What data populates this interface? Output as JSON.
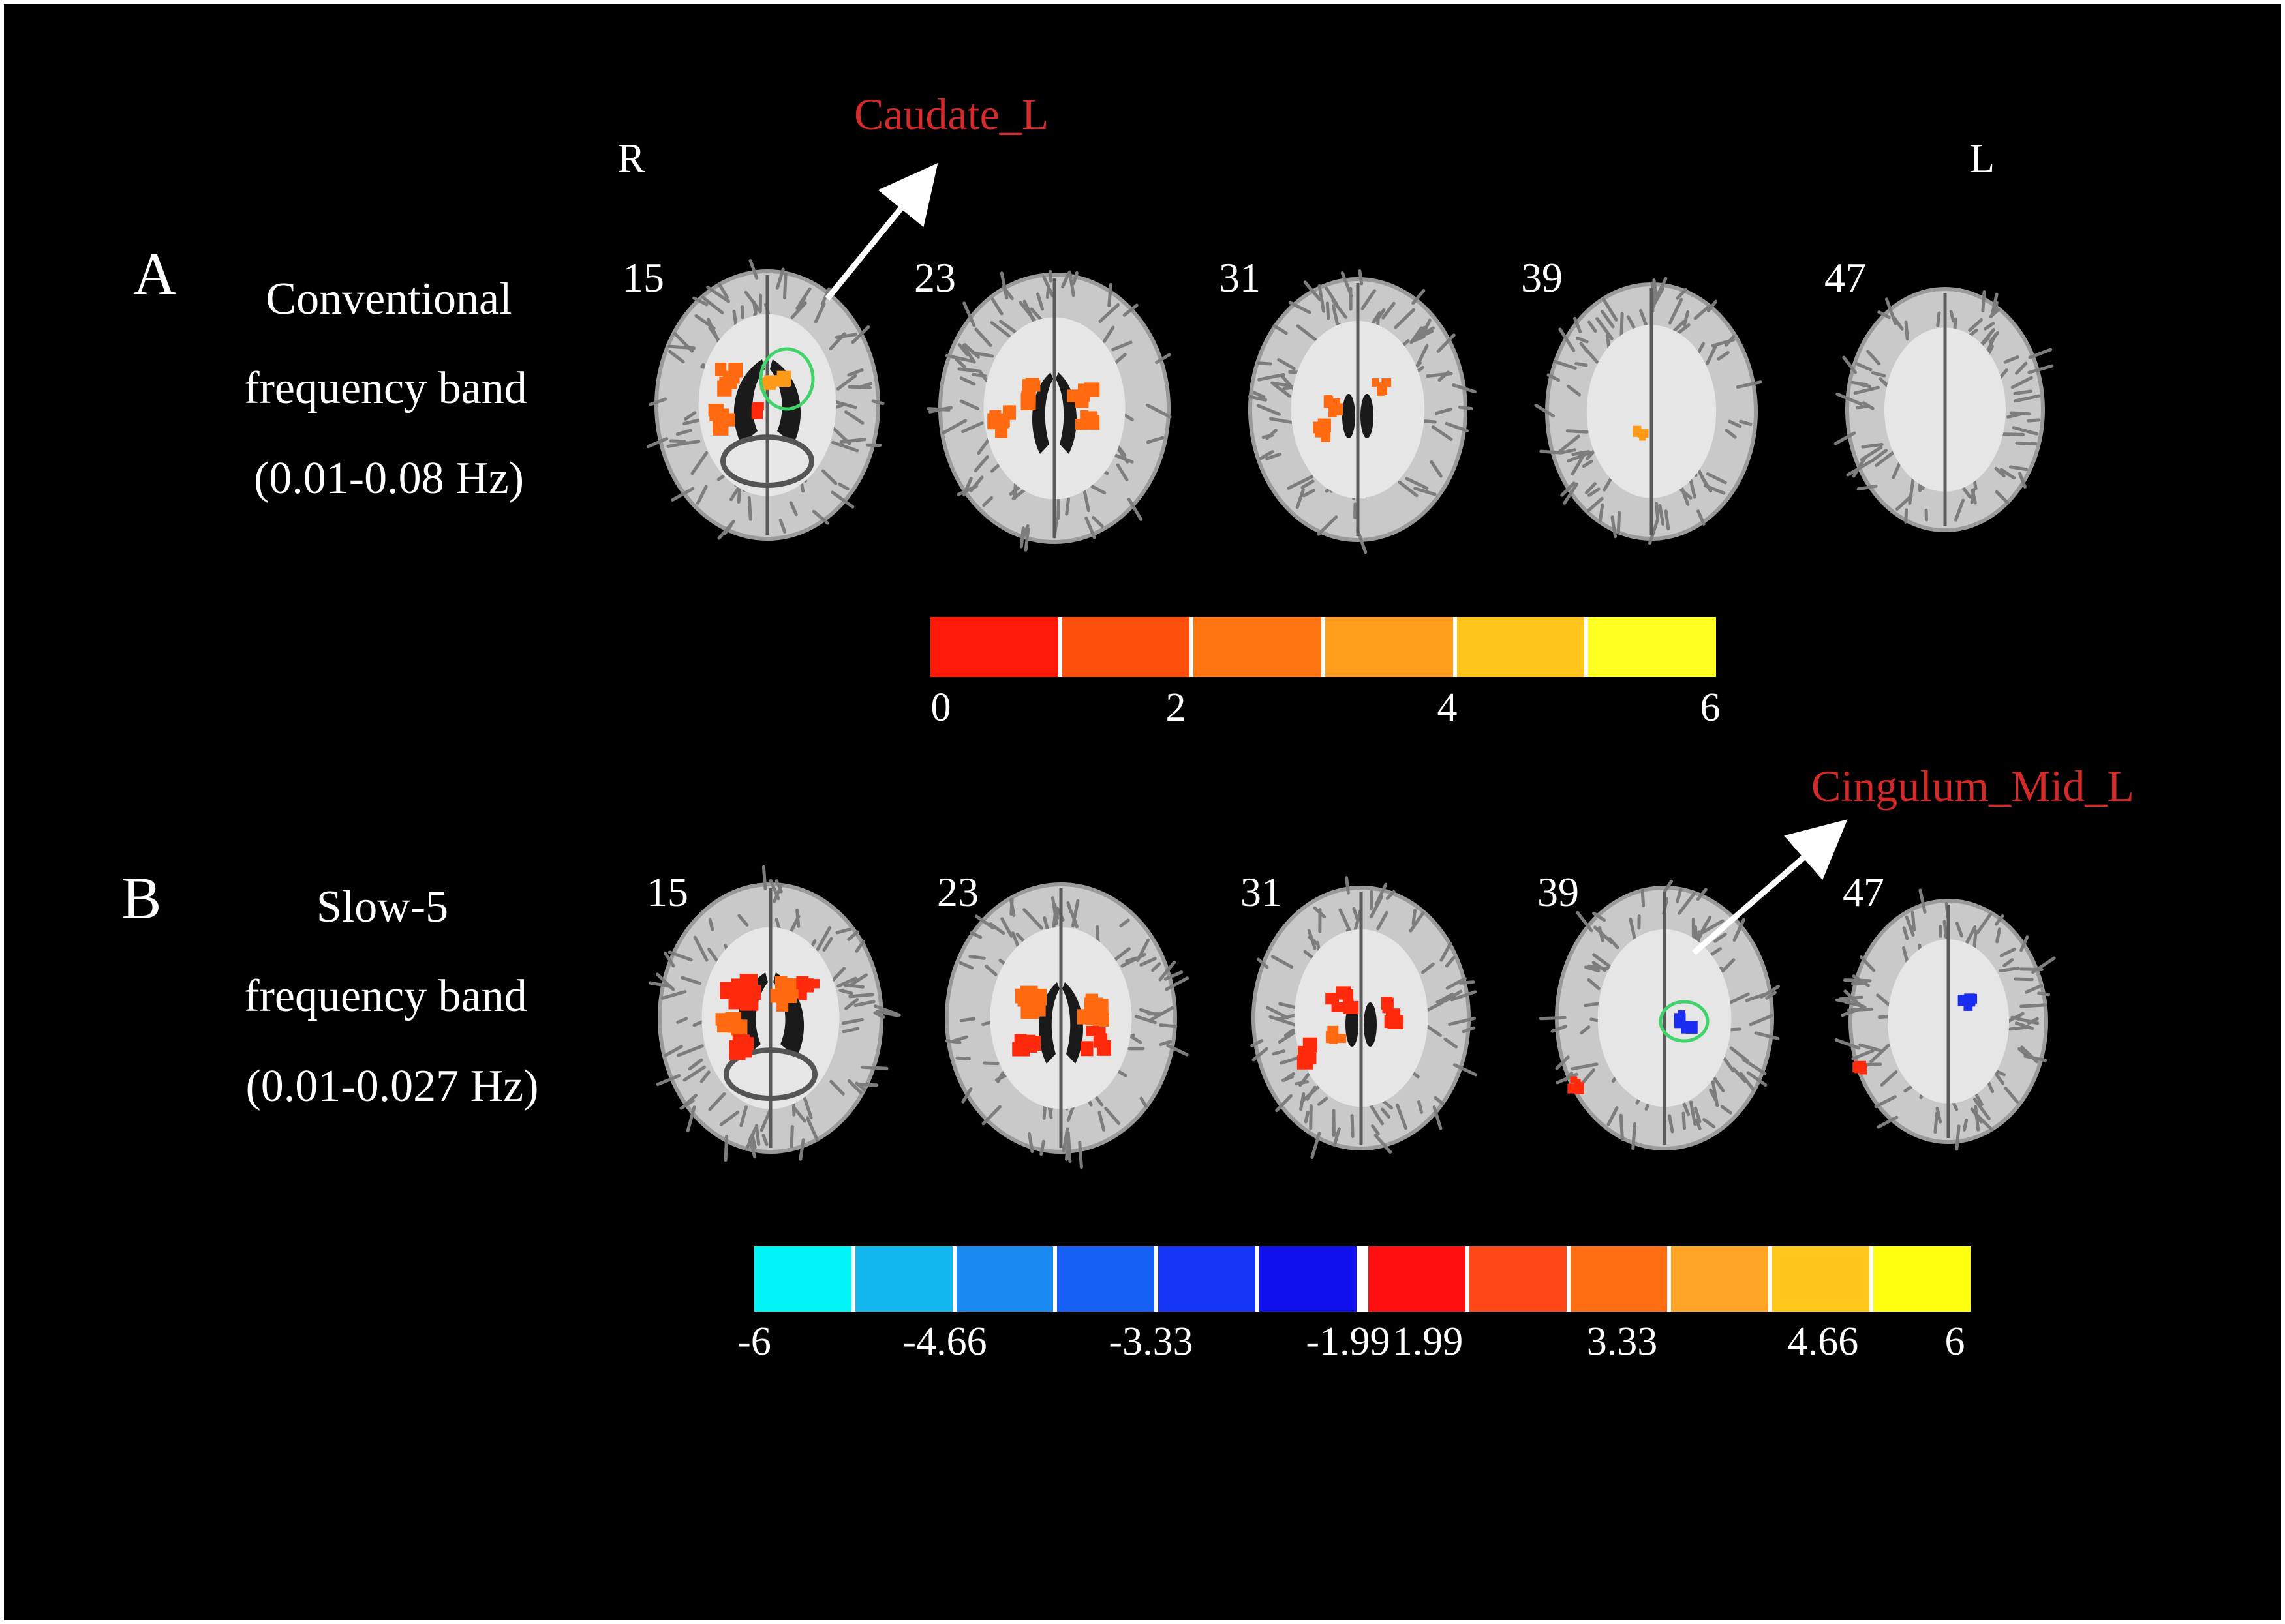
{
  "orientation": {
    "right": "R",
    "left": "L"
  },
  "panels": [
    {
      "letter": "A",
      "band_lines": [
        "Conventional",
        "frequency band",
        "(0.01-0.08 Hz)"
      ],
      "slices": [
        "15",
        "23",
        "31",
        "39",
        "47"
      ],
      "region_label": "Caudate_L",
      "colorbar": {
        "colors": [
          "#ff1a0a",
          "#ff4f0d",
          "#ff7512",
          "#ff9f1c",
          "#ffc51a",
          "#ffff22"
        ],
        "ticks": [
          "0",
          "2",
          "4",
          "6"
        ]
      }
    },
    {
      "letter": "B",
      "band_lines": [
        "Slow-5",
        "frequency band",
        "(0.01-0.027 Hz)"
      ],
      "slices": [
        "15",
        "23",
        "31",
        "39",
        "47"
      ],
      "region_label": "Cingulum_Mid_L",
      "colorbar": {
        "colors": [
          "#00f6f6",
          "#12b8ee",
          "#1a8af0",
          "#1460f4",
          "#1536f6",
          "#1010ee",
          "#ff0f0f",
          "#ff4616",
          "#ff6e12",
          "#ffa424",
          "#ffc81a",
          "#ffff10"
        ],
        "ticks": [
          "-6",
          "-4.66",
          "-3.33",
          "-1.99",
          "1.99",
          "3.33",
          "4.66",
          "6"
        ]
      }
    }
  ],
  "colors": {
    "background": "#000000",
    "text": "#ffffff",
    "region_label": "#d42a2a",
    "roi_outline": "#3fd46a"
  }
}
